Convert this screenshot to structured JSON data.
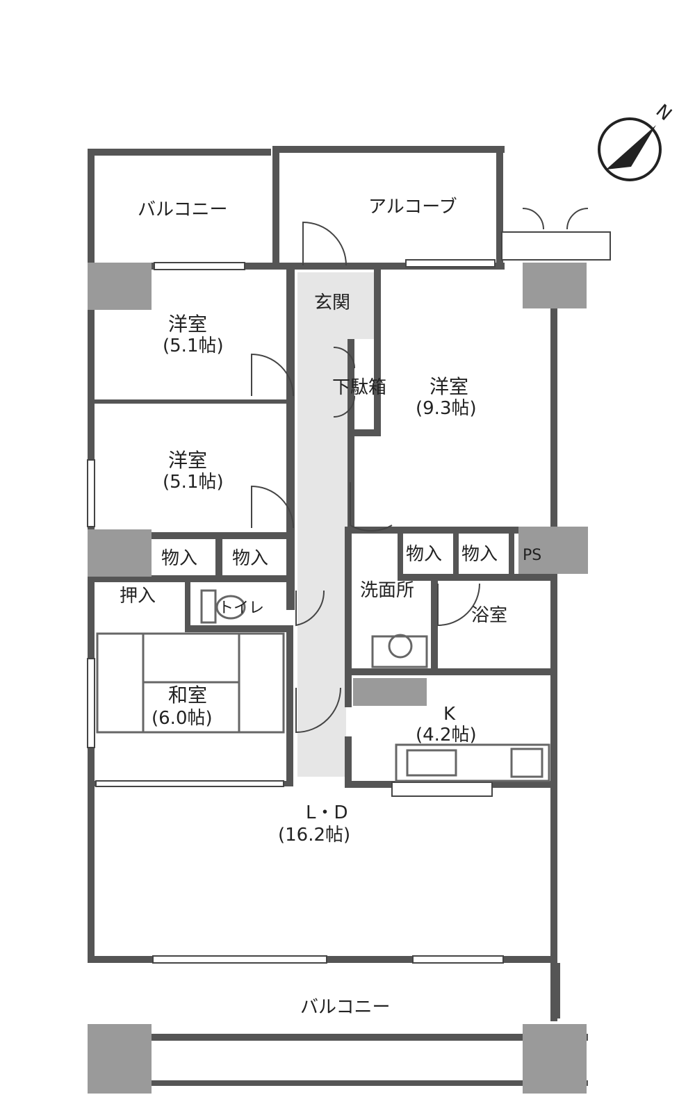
{
  "compass": {
    "label": "N"
  },
  "rooms": {
    "balcony_top": "バルコニー",
    "alcove": "アルコーブ",
    "entrance": "玄関",
    "western_room_a": {
      "name": "洋室",
      "size": "(5.1帖)"
    },
    "western_room_b": {
      "name": "洋室",
      "size": "(5.1帖)"
    },
    "western_room_c": {
      "name": "洋室",
      "size": "(9.3帖)"
    },
    "shoe_cabinet": "下駄箱",
    "storage_a": "物入",
    "storage_b": "物入",
    "storage_c": "物入",
    "storage_d": "物入",
    "pipe_space": "PS",
    "closet": "押入",
    "toilet": "トイレ",
    "washroom": "洗面所",
    "bathroom": "浴室",
    "japanese_room": {
      "name": "和室",
      "size": "(6.0帖)"
    },
    "kitchen": {
      "name": "K",
      "size": "(4.2帖)"
    },
    "living_dining": {
      "name": "L・D",
      "size": "(16.2帖)"
    },
    "balcony_bottom": "バルコニー"
  }
}
